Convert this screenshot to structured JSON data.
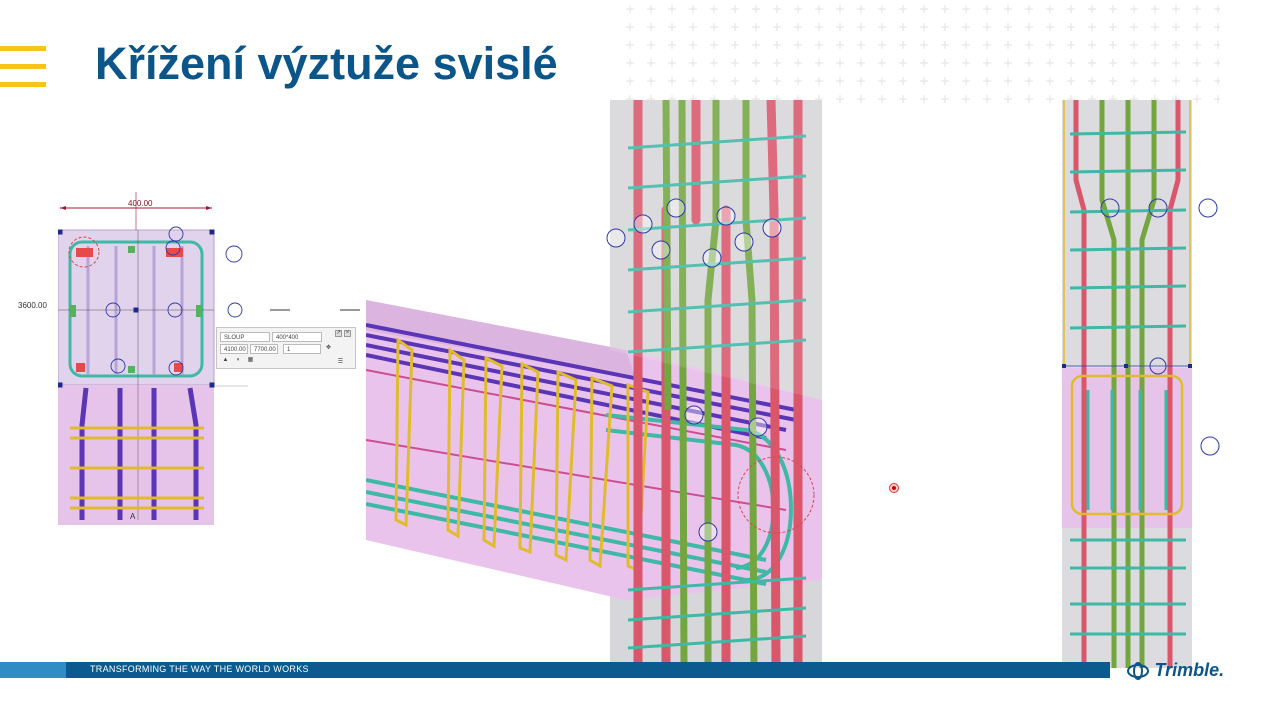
{
  "slide": {
    "title": "Křížení výztuže svislé",
    "footer_text": "TRANSFORMING THE WAY THE WORLD WORKS",
    "logo_text": "Trimble."
  },
  "panel_a": {
    "dim_width": "400.00",
    "dim_height": "3600.00",
    "section_marker": "A"
  },
  "properties_box": {
    "name_value": "SLOUP",
    "profile_value": "400*400",
    "start_value": "4100.00",
    "end_value": "7700.00",
    "class_value": "1"
  },
  "colors": {
    "title": "#0c5588",
    "accent_yellow": "#f5c518",
    "footer_dark": "#0b5b8f",
    "footer_light": "#2f8cc4",
    "rebar_red": "#d9566b",
    "rebar_green": "#74a640",
    "rebar_teal": "#3fb8a6",
    "rebar_purple": "#5a35b5",
    "stirrup_yellow": "#e0bc2c",
    "concrete_pink": "#e9c3ec",
    "concrete_grey": "#d2d2d6"
  },
  "icons": [
    "menu-icon",
    "rebar-mark-icon",
    "close-icon",
    "pin-icon",
    "trimble-logo-icon"
  ]
}
